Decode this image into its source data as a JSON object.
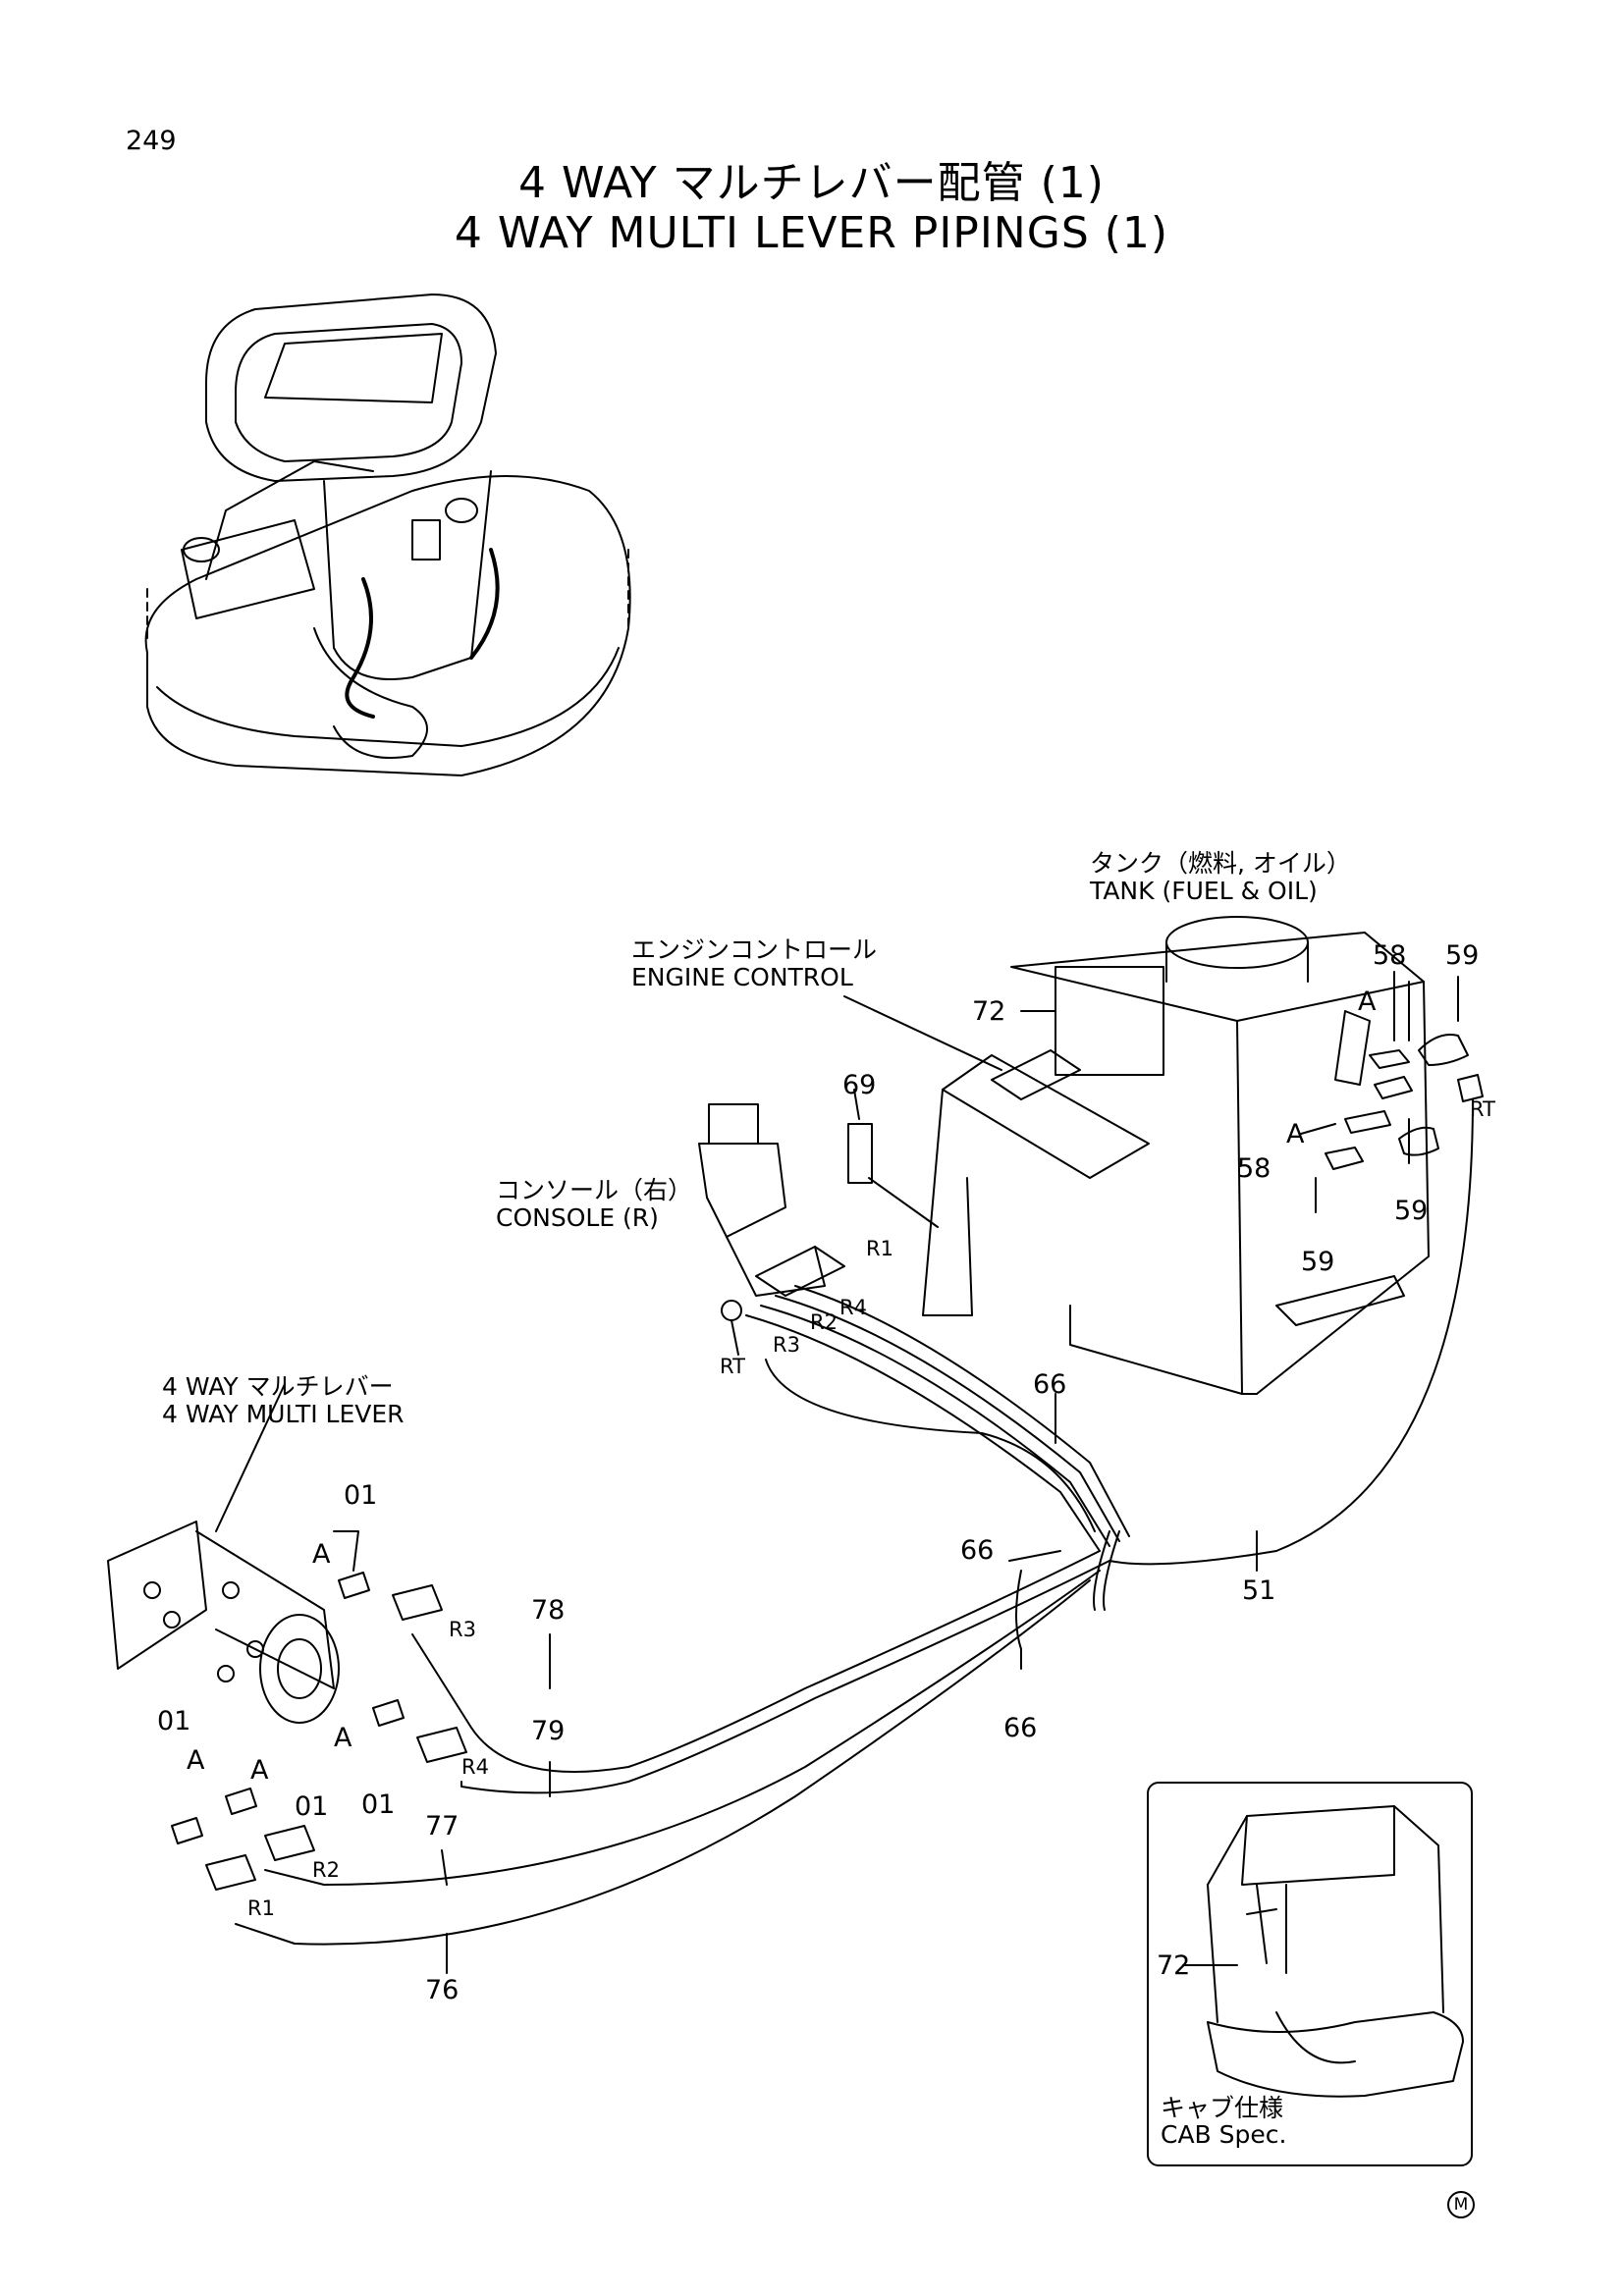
{
  "page_number": "249",
  "title": {
    "jp": "4 WAY マルチレバー配管 (1)",
    "en": "4 WAY MULTI LEVER PIPINGS (1)"
  },
  "labels": {
    "tank_jp": "タンク（燃料, オイル）",
    "tank_en": "TANK (FUEL & OIL)",
    "engine_jp": "エンジンコントロール",
    "engine_en": "ENGINE CONTROL",
    "console_jp": "コンソール（右）",
    "console_en": "CONSOLE (R)",
    "lever_jp": "4 WAY マルチレバー",
    "lever_en": "4 WAY MULTI LEVER",
    "cab_jp": "キャブ仕様",
    "cab_en": "CAB Spec."
  },
  "parts": {
    "p01": "01",
    "p51": "51",
    "p58": "58",
    "p59": "59",
    "p66": "66",
    "p69": "69",
    "p72": "72",
    "p76": "76",
    "p77": "77",
    "p78": "78",
    "p79": "79"
  },
  "ports": {
    "a": "A",
    "r1": "R1",
    "r2": "R2",
    "r3": "R3",
    "r4": "R4",
    "rt": "RT"
  },
  "mark": "M"
}
